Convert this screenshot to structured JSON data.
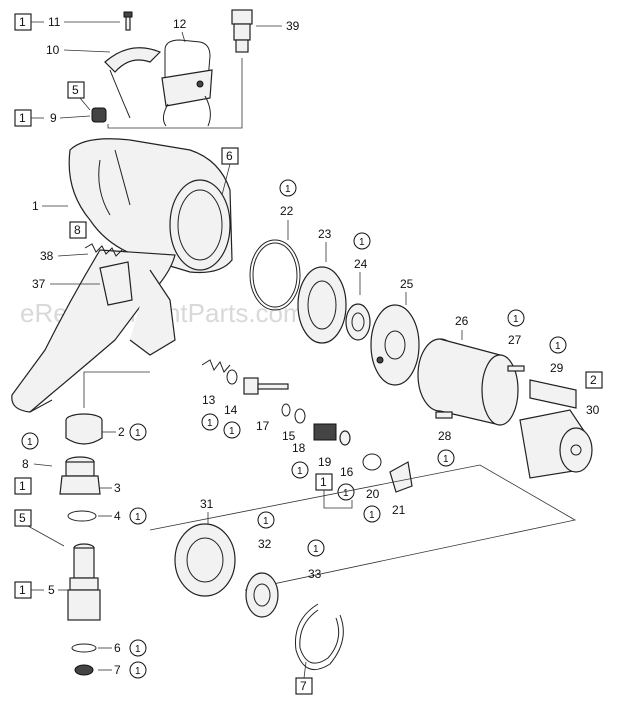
{
  "watermark": "eReplacementParts.com",
  "callouts": {
    "c1": "1",
    "c2": "2",
    "c3": "3",
    "c4": "4",
    "c5": "5",
    "c6": "6",
    "c7": "7",
    "c8": "8",
    "c9": "9",
    "c10": "10",
    "c11": "11",
    "c12": "12",
    "c13": "13",
    "c14": "14",
    "c15": "15",
    "c16": "16",
    "c17": "17",
    "c18": "18",
    "c19": "19",
    "c20": "20",
    "c21": "21",
    "c22": "22",
    "c23": "23",
    "c24": "24",
    "c25": "25",
    "c26": "26",
    "c27": "27",
    "c28": "28",
    "c29": "29",
    "c30": "30",
    "c31": "31",
    "c32": "32",
    "c33": "33",
    "c37": "37",
    "c38": "38",
    "c39": "39"
  },
  "qty": {
    "one": "1",
    "two": "2",
    "five": "5",
    "six": "6",
    "seven": "7",
    "eight": "8"
  }
}
